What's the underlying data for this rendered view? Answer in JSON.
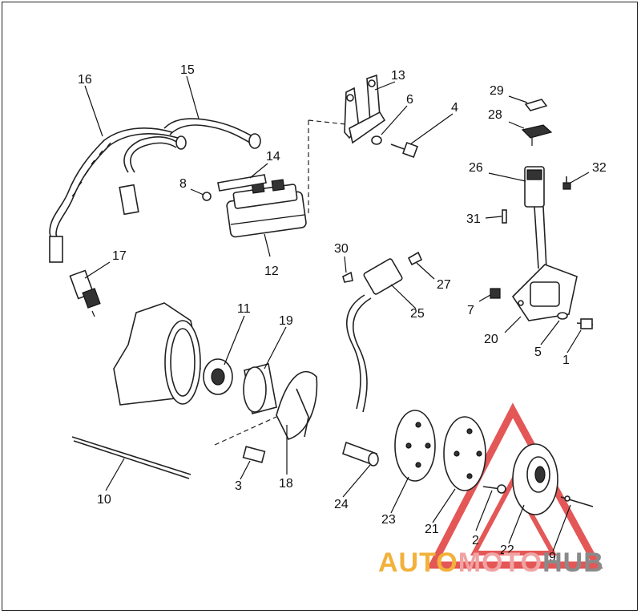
{
  "diagram": {
    "part_labels": [
      {
        "id": "1",
        "text": "1"
      },
      {
        "id": "2",
        "text": "2"
      },
      {
        "id": "3",
        "text": "3"
      },
      {
        "id": "4",
        "text": "4"
      },
      {
        "id": "5",
        "text": "5"
      },
      {
        "id": "6",
        "text": "6"
      },
      {
        "id": "7",
        "text": "7"
      },
      {
        "id": "8",
        "text": "8"
      },
      {
        "id": "9",
        "text": "9"
      },
      {
        "id": "10",
        "text": "10"
      },
      {
        "id": "11",
        "text": "11"
      },
      {
        "id": "12",
        "text": "12"
      },
      {
        "id": "13",
        "text": "13"
      },
      {
        "id": "14",
        "text": "14"
      },
      {
        "id": "15",
        "text": "15"
      },
      {
        "id": "16",
        "text": "16"
      },
      {
        "id": "17",
        "text": "17"
      },
      {
        "id": "18",
        "text": "18"
      },
      {
        "id": "19",
        "text": "19"
      },
      {
        "id": "20",
        "text": "20"
      },
      {
        "id": "21",
        "text": "21"
      },
      {
        "id": "22",
        "text": "22"
      },
      {
        "id": "23",
        "text": "23"
      },
      {
        "id": "24",
        "text": "24"
      },
      {
        "id": "25",
        "text": "25"
      },
      {
        "id": "26",
        "text": "26"
      },
      {
        "id": "27",
        "text": "27"
      },
      {
        "id": "28",
        "text": "28"
      },
      {
        "id": "29",
        "text": "29"
      },
      {
        "id": "30",
        "text": "30"
      },
      {
        "id": "31",
        "text": "31"
      },
      {
        "id": "32",
        "text": "32"
      }
    ]
  },
  "watermark": {
    "part1": "AUTO",
    "part2": "MOTO",
    "part3": "HUB",
    "colors": {
      "part1": "#f2b13a",
      "part2": "#f0a3a3",
      "part3": "#8a8a8a",
      "triangle": "#e03a3a"
    }
  }
}
